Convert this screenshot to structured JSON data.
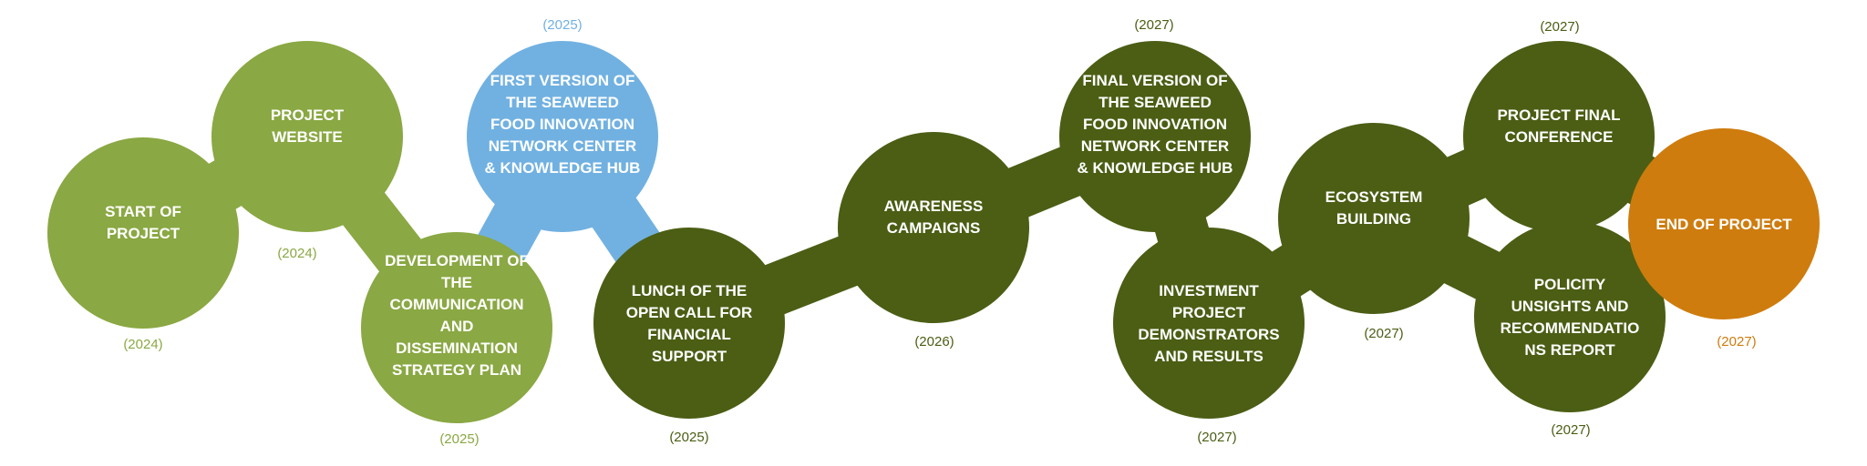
{
  "title": "Project timeline",
  "palette": {
    "light_green": "#8AA843",
    "blue": "#71B1E1",
    "dark_olive": "#4B5E14",
    "orange": "#CE7C0E",
    "text_on_circle": "#FFFFFF"
  },
  "milestones": [
    {
      "id": "start-of-project",
      "lines": [
        "START OF",
        "PROJECT"
      ],
      "year": "(2024)",
      "color": "light_green",
      "year_position": "below"
    },
    {
      "id": "project-website",
      "lines": [
        "PROJECT",
        "WEBSITE"
      ],
      "year": "(2024)",
      "color": "light_green",
      "year_position": "below"
    },
    {
      "id": "communication-dissemination-plan",
      "lines": [
        "DEVELOPMENT OF",
        "THE",
        "COMMUNICATION",
        "AND",
        "DISSEMINATION",
        "STRATEGY PLAN"
      ],
      "year": "(2025)",
      "color": "light_green",
      "year_position": "below"
    },
    {
      "id": "first-version-hub",
      "lines": [
        "FIRST VERSION OF",
        "THE SEAWEED",
        "FOOD INNOVATION",
        "NETWORK CENTER",
        "& KNOWLEDGE HUB"
      ],
      "year": "(2025)",
      "color": "blue",
      "year_position": "above"
    },
    {
      "id": "open-call-launch",
      "lines": [
        "LUNCH OF THE",
        "OPEN CALL FOR",
        "FINANCIAL",
        "SUPPORT"
      ],
      "year": "(2025)",
      "color": "dark_olive",
      "year_position": "below"
    },
    {
      "id": "awareness-campaigns",
      "lines": [
        "AWARENESS",
        "CAMPAIGNS"
      ],
      "year": "(2026)",
      "color": "dark_olive",
      "year_position": "below"
    },
    {
      "id": "final-version-hub",
      "lines": [
        "FINAL VERSION OF",
        "THE SEAWEED",
        "FOOD INNOVATION",
        "NETWORK CENTER",
        "& KNOWLEDGE HUB"
      ],
      "year": "(2027)",
      "color": "dark_olive",
      "year_position": "above"
    },
    {
      "id": "investment-demonstrators",
      "lines": [
        "INVESTMENT",
        "PROJECT",
        "DEMONSTRATORS",
        "AND RESULTS"
      ],
      "year": "(2027)",
      "color": "dark_olive",
      "year_position": "below"
    },
    {
      "id": "ecosystem-building",
      "lines": [
        "ECOSYSTEM",
        "BUILDING"
      ],
      "year": "(2027)",
      "color": "dark_olive",
      "year_position": "below"
    },
    {
      "id": "final-conference",
      "lines": [
        "PROJECT FINAL",
        "CONFERENCE"
      ],
      "year": "(2027)",
      "color": "dark_olive",
      "year_position": "above"
    },
    {
      "id": "policy-insights-report",
      "lines": [
        "POLICITY",
        "UNSIGHTS AND",
        "RECOMMENDATIO",
        "NS REPORT"
      ],
      "year": "(2027)",
      "color": "dark_olive",
      "year_position": "below"
    },
    {
      "id": "end-of-project",
      "lines": [
        "END OF PROJECT"
      ],
      "year": "(2027)",
      "color": "orange",
      "year_position": "below"
    }
  ],
  "connections": [
    {
      "from": 0,
      "to": 1,
      "color": "light_green"
    },
    {
      "from": 1,
      "to": 2,
      "color": "light_green"
    },
    {
      "from": 2,
      "to": 3,
      "color": "blue"
    },
    {
      "from": 3,
      "to": 4,
      "color": "blue"
    },
    {
      "from": 4,
      "to": 5,
      "color": "dark_olive"
    },
    {
      "from": 5,
      "to": 6,
      "color": "dark_olive"
    },
    {
      "from": 6,
      "to": 7,
      "color": "dark_olive"
    },
    {
      "from": 7,
      "to": 8,
      "color": "dark_olive"
    },
    {
      "from": 8,
      "to": 9,
      "color": "dark_olive"
    },
    {
      "from": 8,
      "to": 10,
      "color": "dark_olive"
    },
    {
      "from": 9,
      "to": 11,
      "color": "dark_olive"
    },
    {
      "from": 10,
      "to": 11,
      "color": "dark_olive"
    }
  ]
}
